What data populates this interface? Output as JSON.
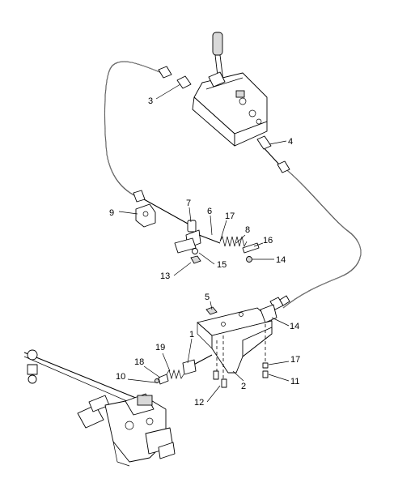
{
  "callouts": [
    {
      "key": "c3",
      "text": "3"
    },
    {
      "key": "c4",
      "text": "4"
    },
    {
      "key": "c9",
      "text": "9"
    },
    {
      "key": "c7",
      "text": "7"
    },
    {
      "key": "c6",
      "text": "6"
    },
    {
      "key": "c17a",
      "text": "17"
    },
    {
      "key": "c8",
      "text": "8"
    },
    {
      "key": "c16",
      "text": "16"
    },
    {
      "key": "c14a",
      "text": "14"
    },
    {
      "key": "c15",
      "text": "15"
    },
    {
      "key": "c13",
      "text": "13"
    },
    {
      "key": "c5",
      "text": "5"
    },
    {
      "key": "c14b",
      "text": "14"
    },
    {
      "key": "c1",
      "text": "1"
    },
    {
      "key": "c19",
      "text": "19"
    },
    {
      "key": "c18",
      "text": "18"
    },
    {
      "key": "c10",
      "text": "10"
    },
    {
      "key": "c17b",
      "text": "17"
    },
    {
      "key": "c11",
      "text": "11"
    },
    {
      "key": "c12",
      "text": "12"
    },
    {
      "key": "c2",
      "text": "2"
    }
  ]
}
